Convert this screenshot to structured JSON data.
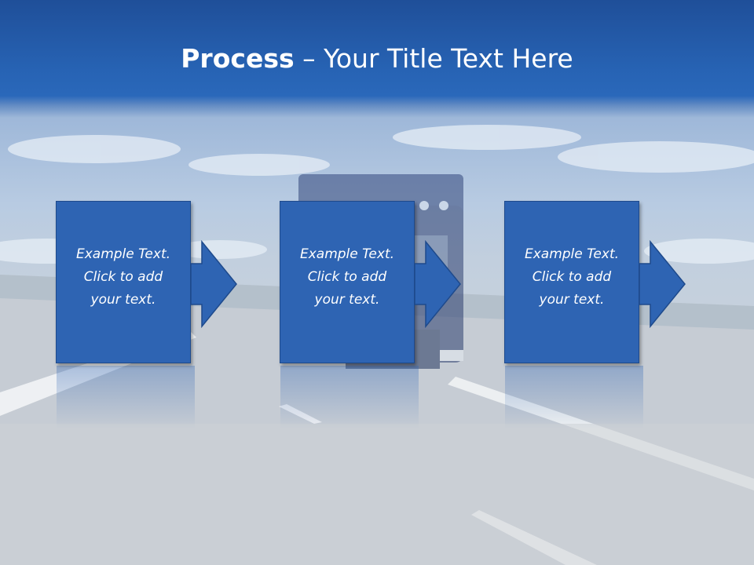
{
  "slide": {
    "title_bold": "Process",
    "title_rest": " – Your Title Text Here",
    "steps": [
      {
        "line1": "Example Text.",
        "line2": "Click  to add",
        "line3": "your text."
      },
      {
        "line1": "Example Text.",
        "line2": "Click  to add",
        "line3": "your text."
      },
      {
        "line1": "Example Text.",
        "line2": "Click  to add",
        "line3": "your text."
      }
    ]
  },
  "colors": {
    "title_band": "#2763b4",
    "box_fill": "#2e64b3",
    "box_border": "#1e4a8c",
    "text": "#ffffff"
  }
}
